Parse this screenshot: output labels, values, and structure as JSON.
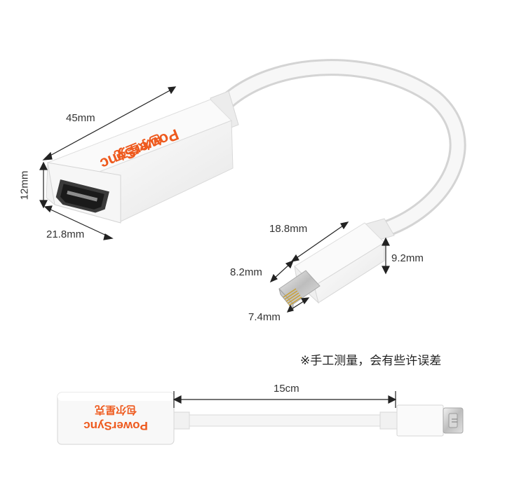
{
  "brand": {
    "name": "PowerSync",
    "cn_name": "包尔星克",
    "accent_color": "#ee5a1e"
  },
  "dimensions": {
    "length": "45mm",
    "height": "12mm",
    "width": "21.8mm",
    "plug_length": "18.8mm",
    "plug_height": "9.2mm",
    "tip_width": "8.2mm",
    "tip_depth": "7.4mm",
    "cable_length": "15cm"
  },
  "note": "※手工测量，会有些许误差"
}
